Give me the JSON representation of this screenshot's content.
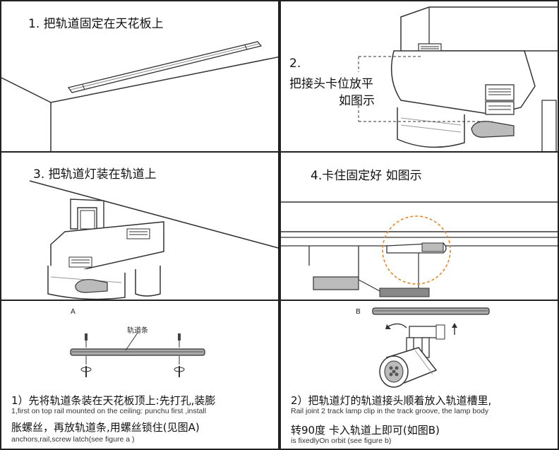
{
  "steps": [
    {
      "title": "1. 把轨道固定在天花板上"
    },
    {
      "title_line1": "2.",
      "title_line2": "把接头卡位放平",
      "title_line3": "如图示"
    },
    {
      "title": "3. 把轨道灯装在轨道上"
    },
    {
      "title": "4.卡住固定好  如图示"
    }
  ],
  "figure_a": {
    "label": "A",
    "rail_label": "轨道条",
    "cn_line1": "1）先将轨道条装在天花板顶上:先打孔,装膨",
    "en_line1": "1,first on top rail mounted on the ceiling: punchu first ,install",
    "cn_line2": "胀螺丝，再放轨道条,用螺丝锁住(见图A)",
    "en_line2": "anchors,rail,screw latch(see figure a )"
  },
  "figure_b": {
    "label": "B",
    "cn_line1": "2）把轨道灯的轨道接头顺着放入轨道槽里,",
    "en_line1": "Rail joint 2 track lamp clip in the track groove, the lamp body",
    "cn_line2": "转90度 卡入轨道上即可(如图B)",
    "en_line2": "is fixedlyOn orbit (see figure b)"
  },
  "colors": {
    "border": "#222222",
    "line": "#333333",
    "highlight": "#e8862a"
  }
}
